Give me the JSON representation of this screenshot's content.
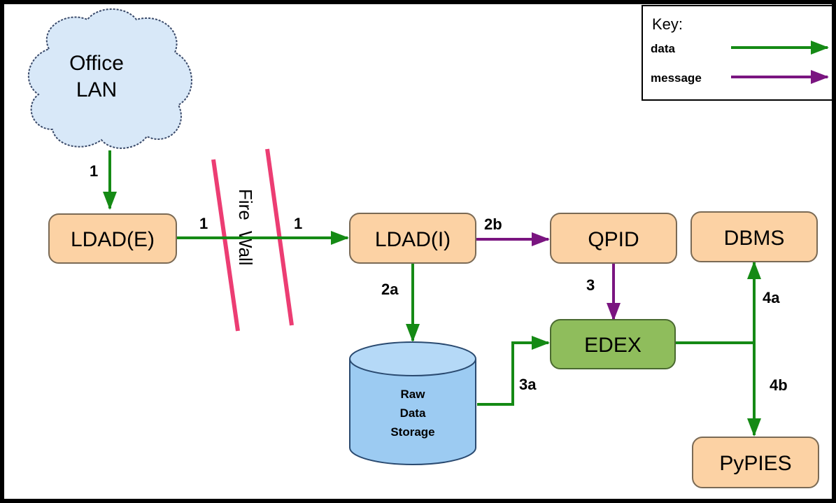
{
  "diagram": {
    "cloud": {
      "line1": "Office",
      "line2": "LAN"
    },
    "nodes": {
      "ldad_e": "LDAD(E)",
      "ldad_i": "LDAD(I)",
      "qpid": "QPID",
      "dbms": "DBMS",
      "edex": "EDEX",
      "pypies": "PyPIES"
    },
    "storage": {
      "line1": "Raw",
      "line2": "Data",
      "line3": "Storage"
    },
    "firewall": {
      "line1": "Fire",
      "line2": "Wall"
    },
    "edge_labels": {
      "cloud_to_ldad_e": "1",
      "ldad_e_to_firewall": "1",
      "firewall_to_ldad_i": "1",
      "ldad_i_to_qpid": "2b",
      "ldad_i_to_storage": "2a",
      "qpid_to_edex": "3",
      "storage_to_edex": "3a",
      "edex_to_dbms": "4a",
      "edex_to_pypies": "4b"
    },
    "key": {
      "title": "Key:",
      "data_label": "data",
      "message_label": "message"
    },
    "colors": {
      "data_arrow": "#158a15",
      "message_arrow": "#7a1580",
      "node_fill": "#fcd2a4",
      "edex_fill": "#8fbd5c",
      "storage_fill": "#9ccbf2",
      "cloud_fill": "#d8e8f8",
      "firewall": "#ec3d73"
    }
  }
}
